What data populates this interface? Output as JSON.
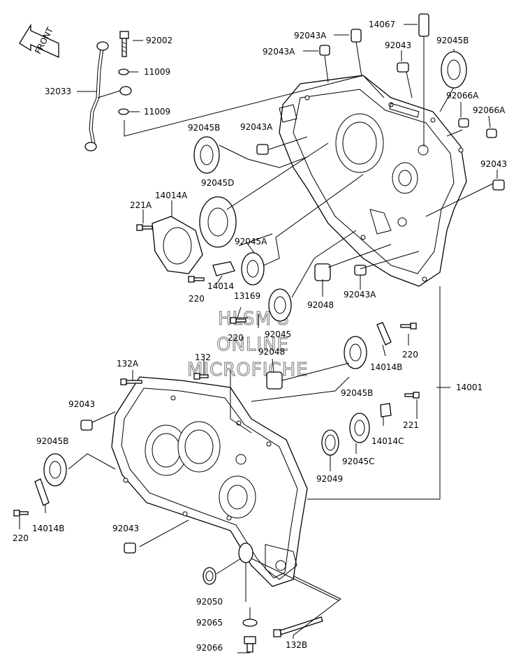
{
  "front_badge": "FRONT",
  "watermark": [
    "HLSM'S",
    "ONLINE",
    "MICROFICHE"
  ],
  "labels": {
    "p92002": "92002",
    "p11009a": "11009",
    "p11009b": "11009",
    "p32033": "32033",
    "p92043A_1": "92043A",
    "p92043A_2": "92043A",
    "p14067": "14067",
    "p92043_top": "92043",
    "p92045B_top": "92045B",
    "p92066A_1": "92066A",
    "p92066A_2": "92066A",
    "p92045B_left": "92045B",
    "p92043A_3": "92043A",
    "p92043_right": "92043",
    "p14014A": "14014A",
    "p92045D": "92045D",
    "p221A": "221A",
    "p92045A": "92045A",
    "p14014": "14014",
    "p220_a": "220",
    "p13169": "13169",
    "p92048_a": "92048",
    "p92043A_4": "92043A",
    "p220_b": "220",
    "p92045": "92045",
    "p92048_b": "92048",
    "p220_c": "220",
    "p14014B_r": "14014B",
    "p132A": "132A",
    "p132": "132",
    "p92045B_mid": "92045B",
    "p14001": "14001",
    "p92043_left": "92043",
    "p221": "221",
    "p14014C": "14014C",
    "p92045B_low": "92045B",
    "p92045C": "92045C",
    "p92049": "92049",
    "p14014B_l": "14014B",
    "p220_d": "220",
    "p92043_low": "92043",
    "p92050": "92050",
    "p92065": "92065",
    "p132B": "132B",
    "p92066": "92066"
  }
}
